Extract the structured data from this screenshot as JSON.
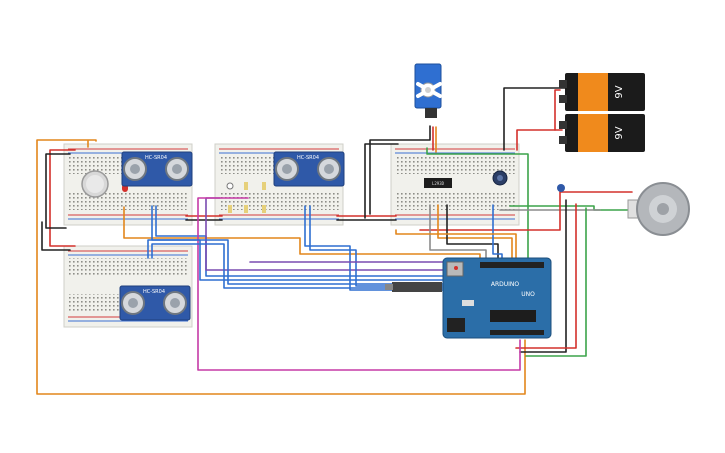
{
  "batteries": [
    {
      "label": "9V"
    },
    {
      "label": "9V"
    }
  ],
  "sonar_sensors": [
    {
      "label": "HC-SR04"
    },
    {
      "label": "HC-SR04"
    },
    {
      "label": "HC-SR04"
    }
  ],
  "lcd_chip": {
    "label": "L293D"
  },
  "arduino": {
    "label": "UNO",
    "brand": "ARDUINO"
  },
  "colors": {
    "wire_orange": "#e2861c",
    "wire_red": "#d3302b",
    "wire_black": "#222222",
    "wire_green": "#3ca34a",
    "wire_blue": "#2f6fd1",
    "wire_magenta": "#c53aa6",
    "wire_gray": "#8b8b8b",
    "wire_purple": "#7a4bb0",
    "arduino_blue": "#2b6ea8",
    "sensor_blue": "#2f59a8",
    "battery_orange": "#f08a1c"
  }
}
